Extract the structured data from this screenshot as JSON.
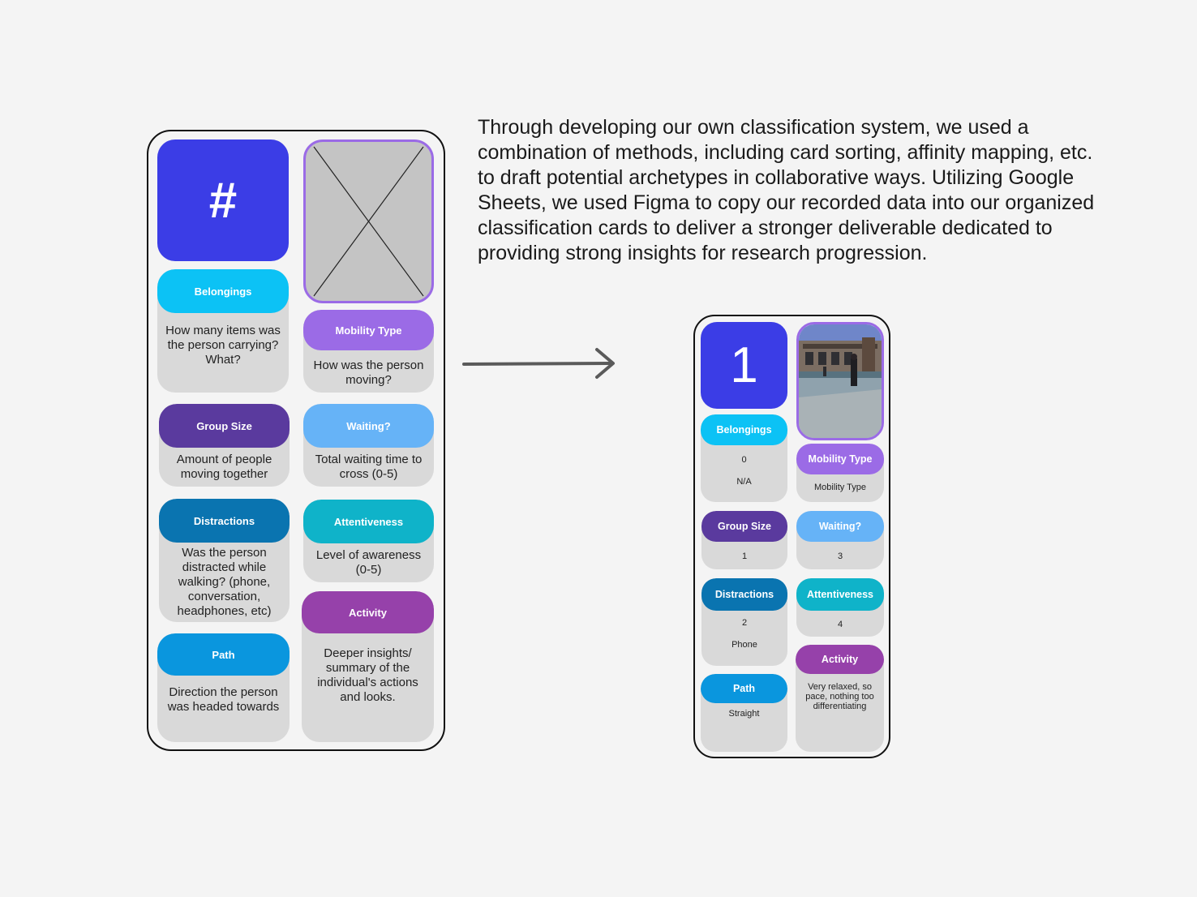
{
  "description": "Through developing our own classification system, we used a combination of methods, including card sorting, affinity mapping, etc. to draft potential archetypes in collaborative ways. Utilizing Google Sheets, we used Figma to copy our recorded data into our organized classification cards to deliver a stronger deliverable dedicated to providing strong insights for research progression.",
  "colors": {
    "number_tile": "#3b3de6",
    "belongings": "#0cc2f5",
    "mobility": "#9b6be6",
    "group_size": "#5a3a9e",
    "waiting": "#66b3f7",
    "distractions": "#0a74b0",
    "attentiveness": "#0fb3c9",
    "activity": "#9641aa",
    "path": "#0a96de"
  },
  "template_card": {
    "number_label": "#",
    "belongings": {
      "label": "Belongings",
      "text": "How many items was the person carrying? What?"
    },
    "mobility": {
      "label": "Mobility Type",
      "text": "How was the person moving?"
    },
    "group_size": {
      "label": "Group Size",
      "text": "Amount of people moving together"
    },
    "waiting": {
      "label": "Waiting?",
      "text": "Total waiting time to cross (0-5)"
    },
    "distractions": {
      "label": "Distractions",
      "text": "Was the person distracted while walking? (phone, conversation, headphones, etc)"
    },
    "attentiveness": {
      "label": "Attentiveness",
      "text": "Level of awareness (0-5)"
    },
    "path": {
      "label": "Path",
      "text": "Direction the person was headed towards"
    },
    "activity": {
      "label": "Activity",
      "text": "Deeper insights/ summary of the individual's actions and looks."
    }
  },
  "filled_card": {
    "number_label": "1",
    "belongings": {
      "label": "Belongings",
      "value": "0",
      "text": "N/A"
    },
    "mobility": {
      "label": "Mobility Type",
      "text": "Mobility Type"
    },
    "group_size": {
      "label": "Group Size",
      "text": "1"
    },
    "waiting": {
      "label": "Waiting?",
      "text": "3"
    },
    "distractions": {
      "label": "Distractions",
      "value": "2",
      "text": "Phone"
    },
    "attentiveness": {
      "label": "Attentiveness",
      "text": "4"
    },
    "path": {
      "label": "Path",
      "text": "Straight"
    },
    "activity": {
      "label": "Activity",
      "text": "Very relaxed, so pace, nothing too differentiating"
    }
  }
}
